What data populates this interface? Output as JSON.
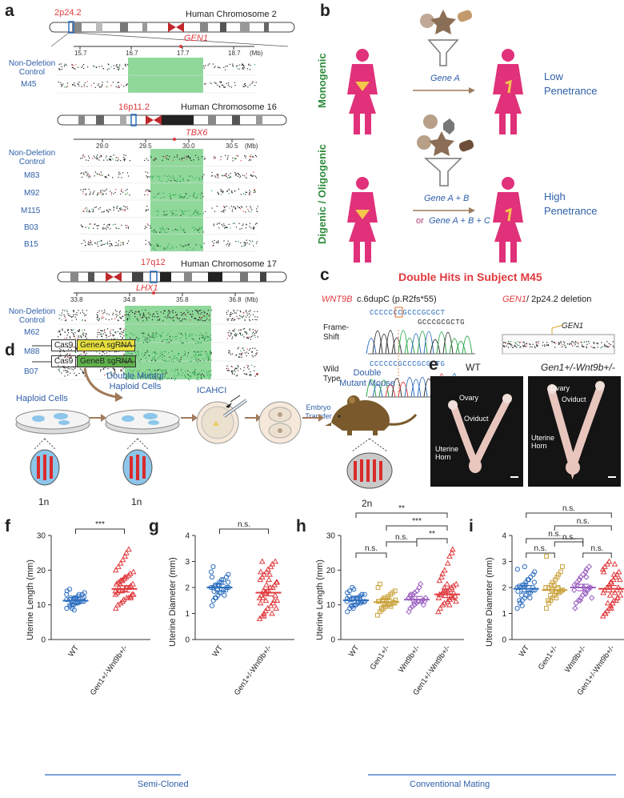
{
  "panels": {
    "a": "a",
    "b": "b",
    "c": "c",
    "d": "d",
    "e": "e",
    "f": "f",
    "g": "g",
    "h": "h",
    "i": "i"
  },
  "panel_a": {
    "chr2": {
      "band": "2p24.2",
      "title": "Human Chromosome 2",
      "gene": "GEN1",
      "ticks": [
        "15.7",
        "16.7",
        "17.7",
        "18.7"
      ],
      "unit": "(Mb)",
      "rows": [
        "Non-Deletion Control",
        "M45"
      ]
    },
    "chr16": {
      "band": "16p11.2",
      "title": "Human Chromosome 16",
      "gene": "TBX6",
      "ticks": [
        "29.0",
        "29.5",
        "30.0",
        "30.5"
      ],
      "unit": "(Mb)",
      "rows": [
        "Non-Deletion Control",
        "M83",
        "M92",
        "M115",
        "B03",
        "B15"
      ]
    },
    "chr17": {
      "band": "17q12",
      "title": "Human Chromosome 17",
      "gene": "LHX1",
      "ticks": [
        "33.8",
        "34.8",
        "35.8",
        "36.8"
      ],
      "unit": "(Mb)",
      "rows": [
        "Non-Deletion Control",
        "M62",
        "M88",
        "B07"
      ]
    }
  },
  "panel_b": {
    "monogenic": "Monogenic",
    "digenic": "Digenic / Oligogenic",
    "gene_a": "Gene A",
    "gene_ab": "Gene A + B",
    "or": "or",
    "gene_abc": "Gene A + B + C",
    "low": "Low",
    "high": "High",
    "penetrance": "Penetrance"
  },
  "panel_c": {
    "title": "Double Hits in Subject M45",
    "wnt_gene": "WNT9B",
    "wnt_variant": "c.6dupC (p.R2fs*55)",
    "gen_gene": "GEN1",
    "gen_variant": "/ 2p24.2 deletion",
    "frameshift": "Frame-Shift",
    "wildtype": "Wild Type",
    "seq_fs": "CCCCCCCGCCCGCGCT",
    "seq_fs2": "GCCCGCGCTG",
    "seq_wt": "CCCCCCGCCCGCGCTG",
    "gen1_label": "GEN1"
  },
  "panel_d": {
    "cas9": "Cas9",
    "sgrna_a": "GeneA sgRNA",
    "sgrna_b": "GeneB sgRNA",
    "haploid": "Haploid Cells",
    "double_haploid": "Double Mutant Haploid Cells",
    "icahci": "ICAHCI",
    "transfer": "Embryo Transfer",
    "mouse": "Double Mutant Mouse",
    "n1": "1n",
    "n1b": "1n",
    "n2": "2n"
  },
  "panel_e": {
    "wt": "WT",
    "mut": "Gen1+/-Wnt9b+/-",
    "ovary": "Ovary",
    "oviduct": "Oviduct",
    "uterine": "Uterine Horn"
  },
  "footer": {
    "semi": "Semi-Cloned",
    "conv": "Conventional Mating"
  },
  "colors": {
    "wt": "#2e6fc0",
    "gen1": "#c9a23a",
    "wnt9b": "#9b5fc0",
    "double": "#e03a3e",
    "green_region": "#7fd28a"
  },
  "chart_data": [
    {
      "type": "scatter",
      "panel": "f",
      "ylabel": "Uterine Length (mm)",
      "ylim": [
        0,
        30
      ],
      "yticks": [
        0,
        10,
        20,
        30
      ],
      "categories": [
        "WT",
        "Gen1+/-Wnt9b+/-"
      ],
      "means": [
        11.2,
        14.6
      ],
      "sig": [
        "***"
      ],
      "series": [
        {
          "name": "WT",
          "values": [
            9,
            9.5,
            10,
            10,
            10.5,
            10.5,
            11,
            11,
            11,
            11.5,
            11.5,
            12,
            12,
            12,
            12.5,
            13,
            13,
            13.5,
            14,
            10,
            9,
            8.5,
            12,
            11,
            10.8,
            11.8,
            12.2,
            13,
            14.5,
            10.2
          ]
        },
        {
          "name": "Gen1+/-Wnt9b+/-",
          "values": [
            9,
            10,
            10.5,
            11,
            11.5,
            12,
            12,
            12.5,
            13,
            13,
            13.5,
            14,
            14,
            14.5,
            15,
            15,
            15.5,
            16,
            16,
            16.5,
            17,
            17,
            17.5,
            18,
            18.5,
            19,
            19.5,
            20,
            21,
            22,
            23,
            24,
            25,
            26,
            12,
            13,
            14,
            15,
            16,
            17,
            18
          ]
        }
      ]
    },
    {
      "type": "scatter",
      "panel": "g",
      "ylabel": "Uterine Diameter (mm)",
      "ylim": [
        0,
        4
      ],
      "yticks": [
        0,
        1,
        2,
        3,
        4
      ],
      "categories": [
        "WT",
        "Gen1+/-Wnt9b+/-"
      ],
      "means": [
        2.0,
        1.8
      ],
      "sig": [
        "n.s."
      ],
      "series": [
        {
          "name": "WT",
          "values": [
            1.3,
            1.5,
            1.6,
            1.7,
            1.8,
            1.8,
            1.9,
            1.9,
            2.0,
            2.0,
            2.0,
            2.1,
            2.1,
            2.2,
            2.2,
            2.3,
            2.4,
            2.5,
            2.6,
            2.8,
            1.6,
            1.9,
            2.1,
            2.3,
            1.7,
            2.0,
            2.2,
            2.4,
            1.85,
            2.05
          ]
        },
        {
          "name": "Gen1+/-Wnt9b+/-",
          "values": [
            0.8,
            0.9,
            1.0,
            1.1,
            1.2,
            1.3,
            1.4,
            1.5,
            1.5,
            1.6,
            1.7,
            1.8,
            1.8,
            1.9,
            2.0,
            2.0,
            2.1,
            2.2,
            2.3,
            2.4,
            2.5,
            2.6,
            2.7,
            2.8,
            2.9,
            3.0,
            1.2,
            1.4,
            1.6,
            1.9,
            2.1,
            2.3,
            2.5,
            1.0,
            1.7,
            2.2,
            2.6,
            3.0,
            0.9,
            1.5
          ]
        }
      ]
    },
    {
      "type": "scatter",
      "panel": "h",
      "ylabel": "Uterine Length (mm)",
      "ylim": [
        0,
        30
      ],
      "yticks": [
        0,
        10,
        20,
        30
      ],
      "categories": [
        "WT",
        "Gen1+/-",
        "Wnt9b+/-",
        "Gen1+/-Wnt9b+/-"
      ],
      "means": [
        11.3,
        10.8,
        11.5,
        13.0
      ],
      "sig": [
        "**",
        "***",
        "**",
        "n.s.",
        "n.s."
      ],
      "series": [
        {
          "name": "WT",
          "values": [
            8,
            9,
            9.5,
            10,
            10,
            10.5,
            10.5,
            11,
            11,
            11,
            11.5,
            11.5,
            12,
            12,
            12,
            12.5,
            13,
            13,
            13.5,
            14,
            15,
            9,
            10,
            11,
            12,
            13,
            10.8,
            11.8,
            12.5,
            9.8,
            14.5
          ]
        },
        {
          "name": "Gen1+/-",
          "values": [
            7,
            8,
            8.5,
            9,
            9.5,
            10,
            10,
            10.5,
            10.5,
            11,
            11,
            11.5,
            12,
            12,
            12.5,
            13,
            13.5,
            14,
            15,
            16,
            9,
            10,
            11,
            12,
            9.5,
            10.8,
            11.4
          ]
        },
        {
          "name": "Wnt9b+/-",
          "values": [
            8,
            9,
            9.5,
            10,
            10.5,
            11,
            11,
            11.5,
            12,
            12,
            12.5,
            13,
            13.5,
            14,
            15,
            16,
            10,
            11,
            12,
            13,
            11.5
          ]
        },
        {
          "name": "Gen1+/-Wnt9b+/-",
          "values": [
            8,
            9,
            10,
            10.5,
            11,
            11.5,
            12,
            12,
            12.5,
            13,
            13,
            13.5,
            14,
            14,
            14.5,
            15,
            15.5,
            16,
            17,
            18,
            19,
            20,
            22,
            24,
            25,
            26,
            11,
            12,
            13,
            14,
            15,
            16,
            10,
            12.5,
            13.5
          ]
        }
      ]
    },
    {
      "type": "scatter",
      "panel": "i",
      "ylabel": "Uterine Diameter (mm)",
      "ylim": [
        0,
        4
      ],
      "yticks": [
        0,
        1,
        2,
        3,
        4
      ],
      "categories": [
        "WT",
        "Gen1+/-",
        "Wnt9b+/-",
        "Gen1+/-Wnt9b+/-"
      ],
      "means": [
        1.95,
        1.9,
        2.0,
        1.95
      ],
      "sig": [
        "n.s.",
        "n.s.",
        "n.s.",
        "n.s.",
        "n.s.",
        "n.s."
      ],
      "series": [
        {
          "name": "WT",
          "values": [
            1.2,
            1.4,
            1.5,
            1.6,
            1.7,
            1.8,
            1.8,
            1.9,
            1.9,
            2.0,
            2.0,
            2.1,
            2.1,
            2.2,
            2.3,
            2.4,
            2.5,
            2.6,
            2.7,
            1.5,
            1.7,
            1.9,
            2.1,
            2.3,
            1.6,
            2.0,
            2.2,
            1.85,
            2.05,
            1.3,
            2.8
          ]
        },
        {
          "name": "Gen1+/-",
          "values": [
            1.2,
            1.4,
            1.5,
            1.6,
            1.7,
            1.8,
            1.8,
            1.9,
            1.9,
            2.0,
            2.0,
            2.1,
            2.2,
            2.3,
            2.4,
            2.5,
            2.6,
            2.8,
            3.2,
            1.5,
            1.7,
            1.9,
            2.1,
            1.6,
            2.0,
            1.85
          ]
        },
        {
          "name": "Wnt9b+/-",
          "values": [
            1.2,
            1.4,
            1.5,
            1.6,
            1.7,
            1.8,
            1.9,
            2.0,
            2.0,
            2.1,
            2.2,
            2.3,
            2.4,
            2.5,
            2.6,
            2.7,
            2.8,
            1.6,
            1.9,
            2.1,
            2.3,
            1.5,
            2.0,
            1.75,
            2.4
          ]
        },
        {
          "name": "Gen1+/-Wnt9b+/-",
          "values": [
            0.9,
            1.0,
            1.1,
            1.2,
            1.3,
            1.4,
            1.5,
            1.6,
            1.7,
            1.8,
            1.9,
            2.0,
            2.1,
            2.2,
            2.3,
            2.4,
            2.5,
            2.6,
            2.7,
            2.8,
            2.9,
            3.0,
            1.2,
            1.5,
            1.8,
            2.0,
            2.3,
            2.6,
            1.0,
            1.4,
            1.7,
            2.2,
            2.5,
            2.9,
            1.6,
            1.9
          ]
        }
      ]
    }
  ]
}
